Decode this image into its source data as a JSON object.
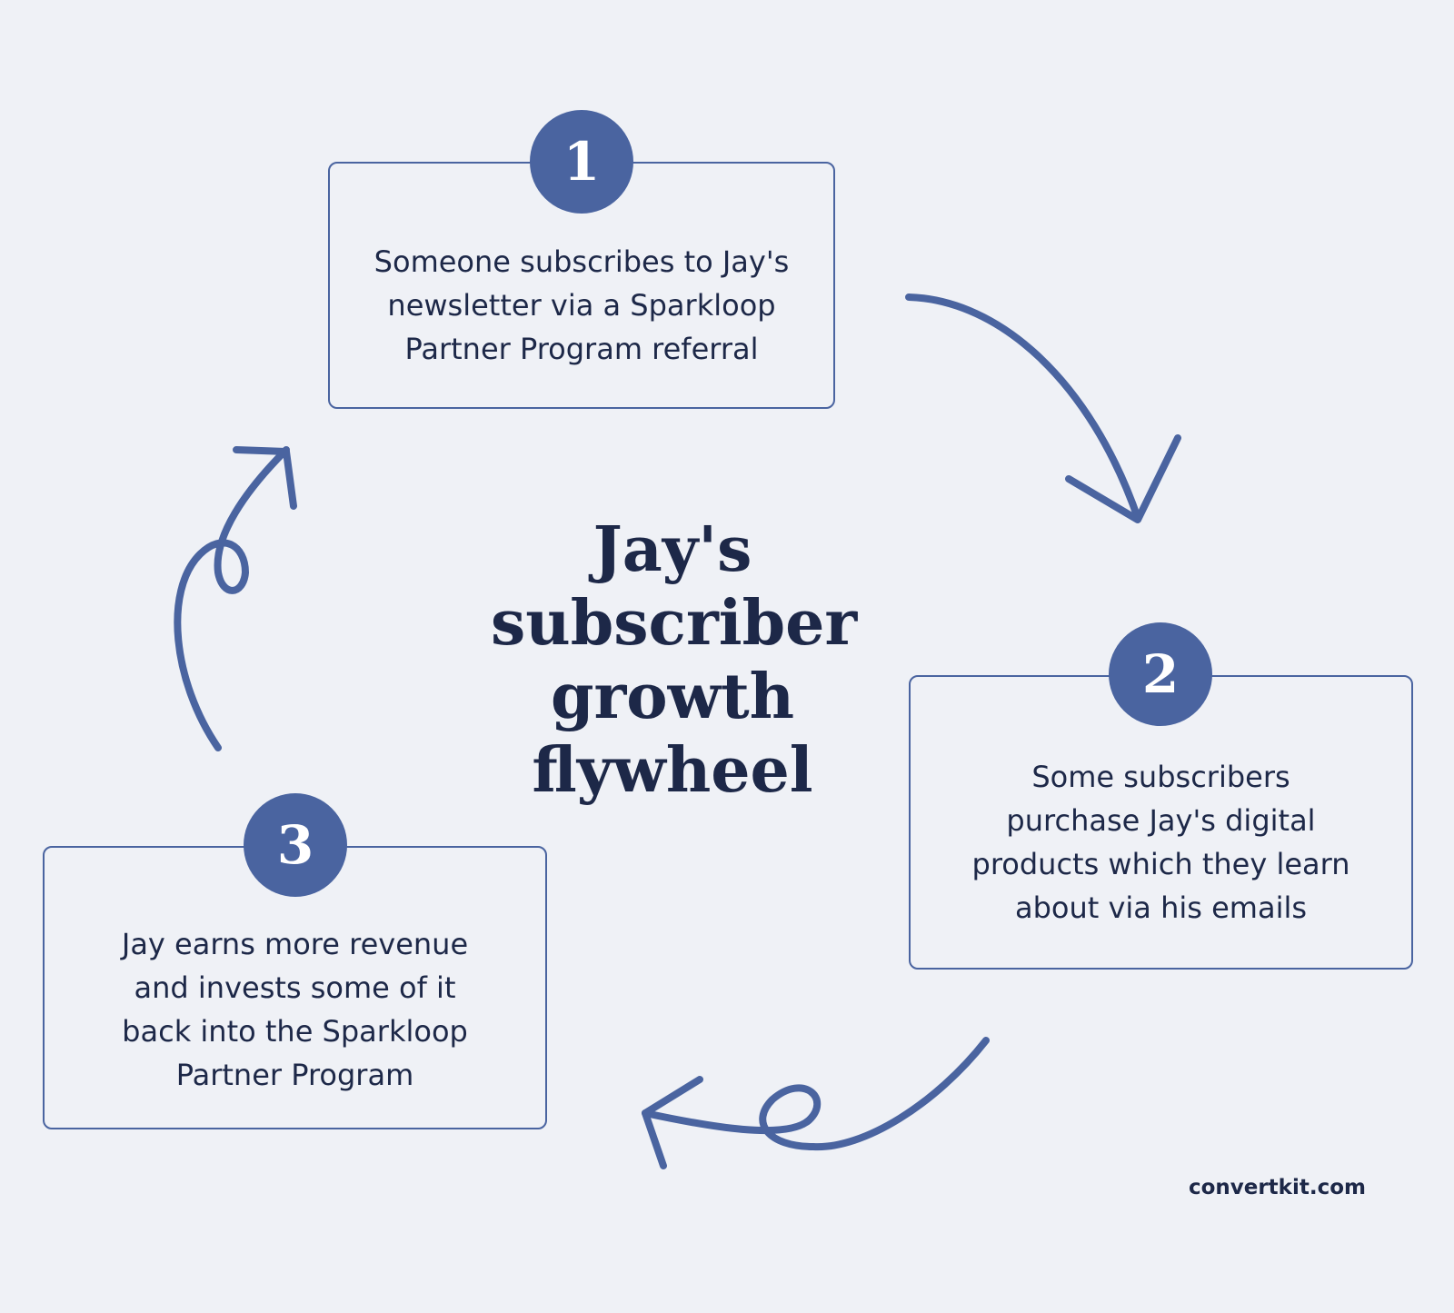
{
  "title": [
    "Jay's",
    "subscriber",
    "growth",
    "flywheel"
  ],
  "steps": [
    {
      "number": "1",
      "lines": [
        "Someone subscribes to Jay's",
        "newsletter via a Sparkloop",
        "Partner Program referral"
      ]
    },
    {
      "number": "2",
      "lines": [
        "Some subscribers",
        "purchase Jay's digital",
        "products which they learn",
        "about via his emails"
      ]
    },
    {
      "number": "3",
      "lines": [
        "Jay earns more revenue",
        "and invests some of it",
        "back into the Sparkloop",
        "Partner Program"
      ]
    }
  ],
  "footer": "convertkit.com",
  "colors": {
    "accent": "#4a64a0",
    "text": "#1d2848",
    "background": "#eff1f6"
  }
}
